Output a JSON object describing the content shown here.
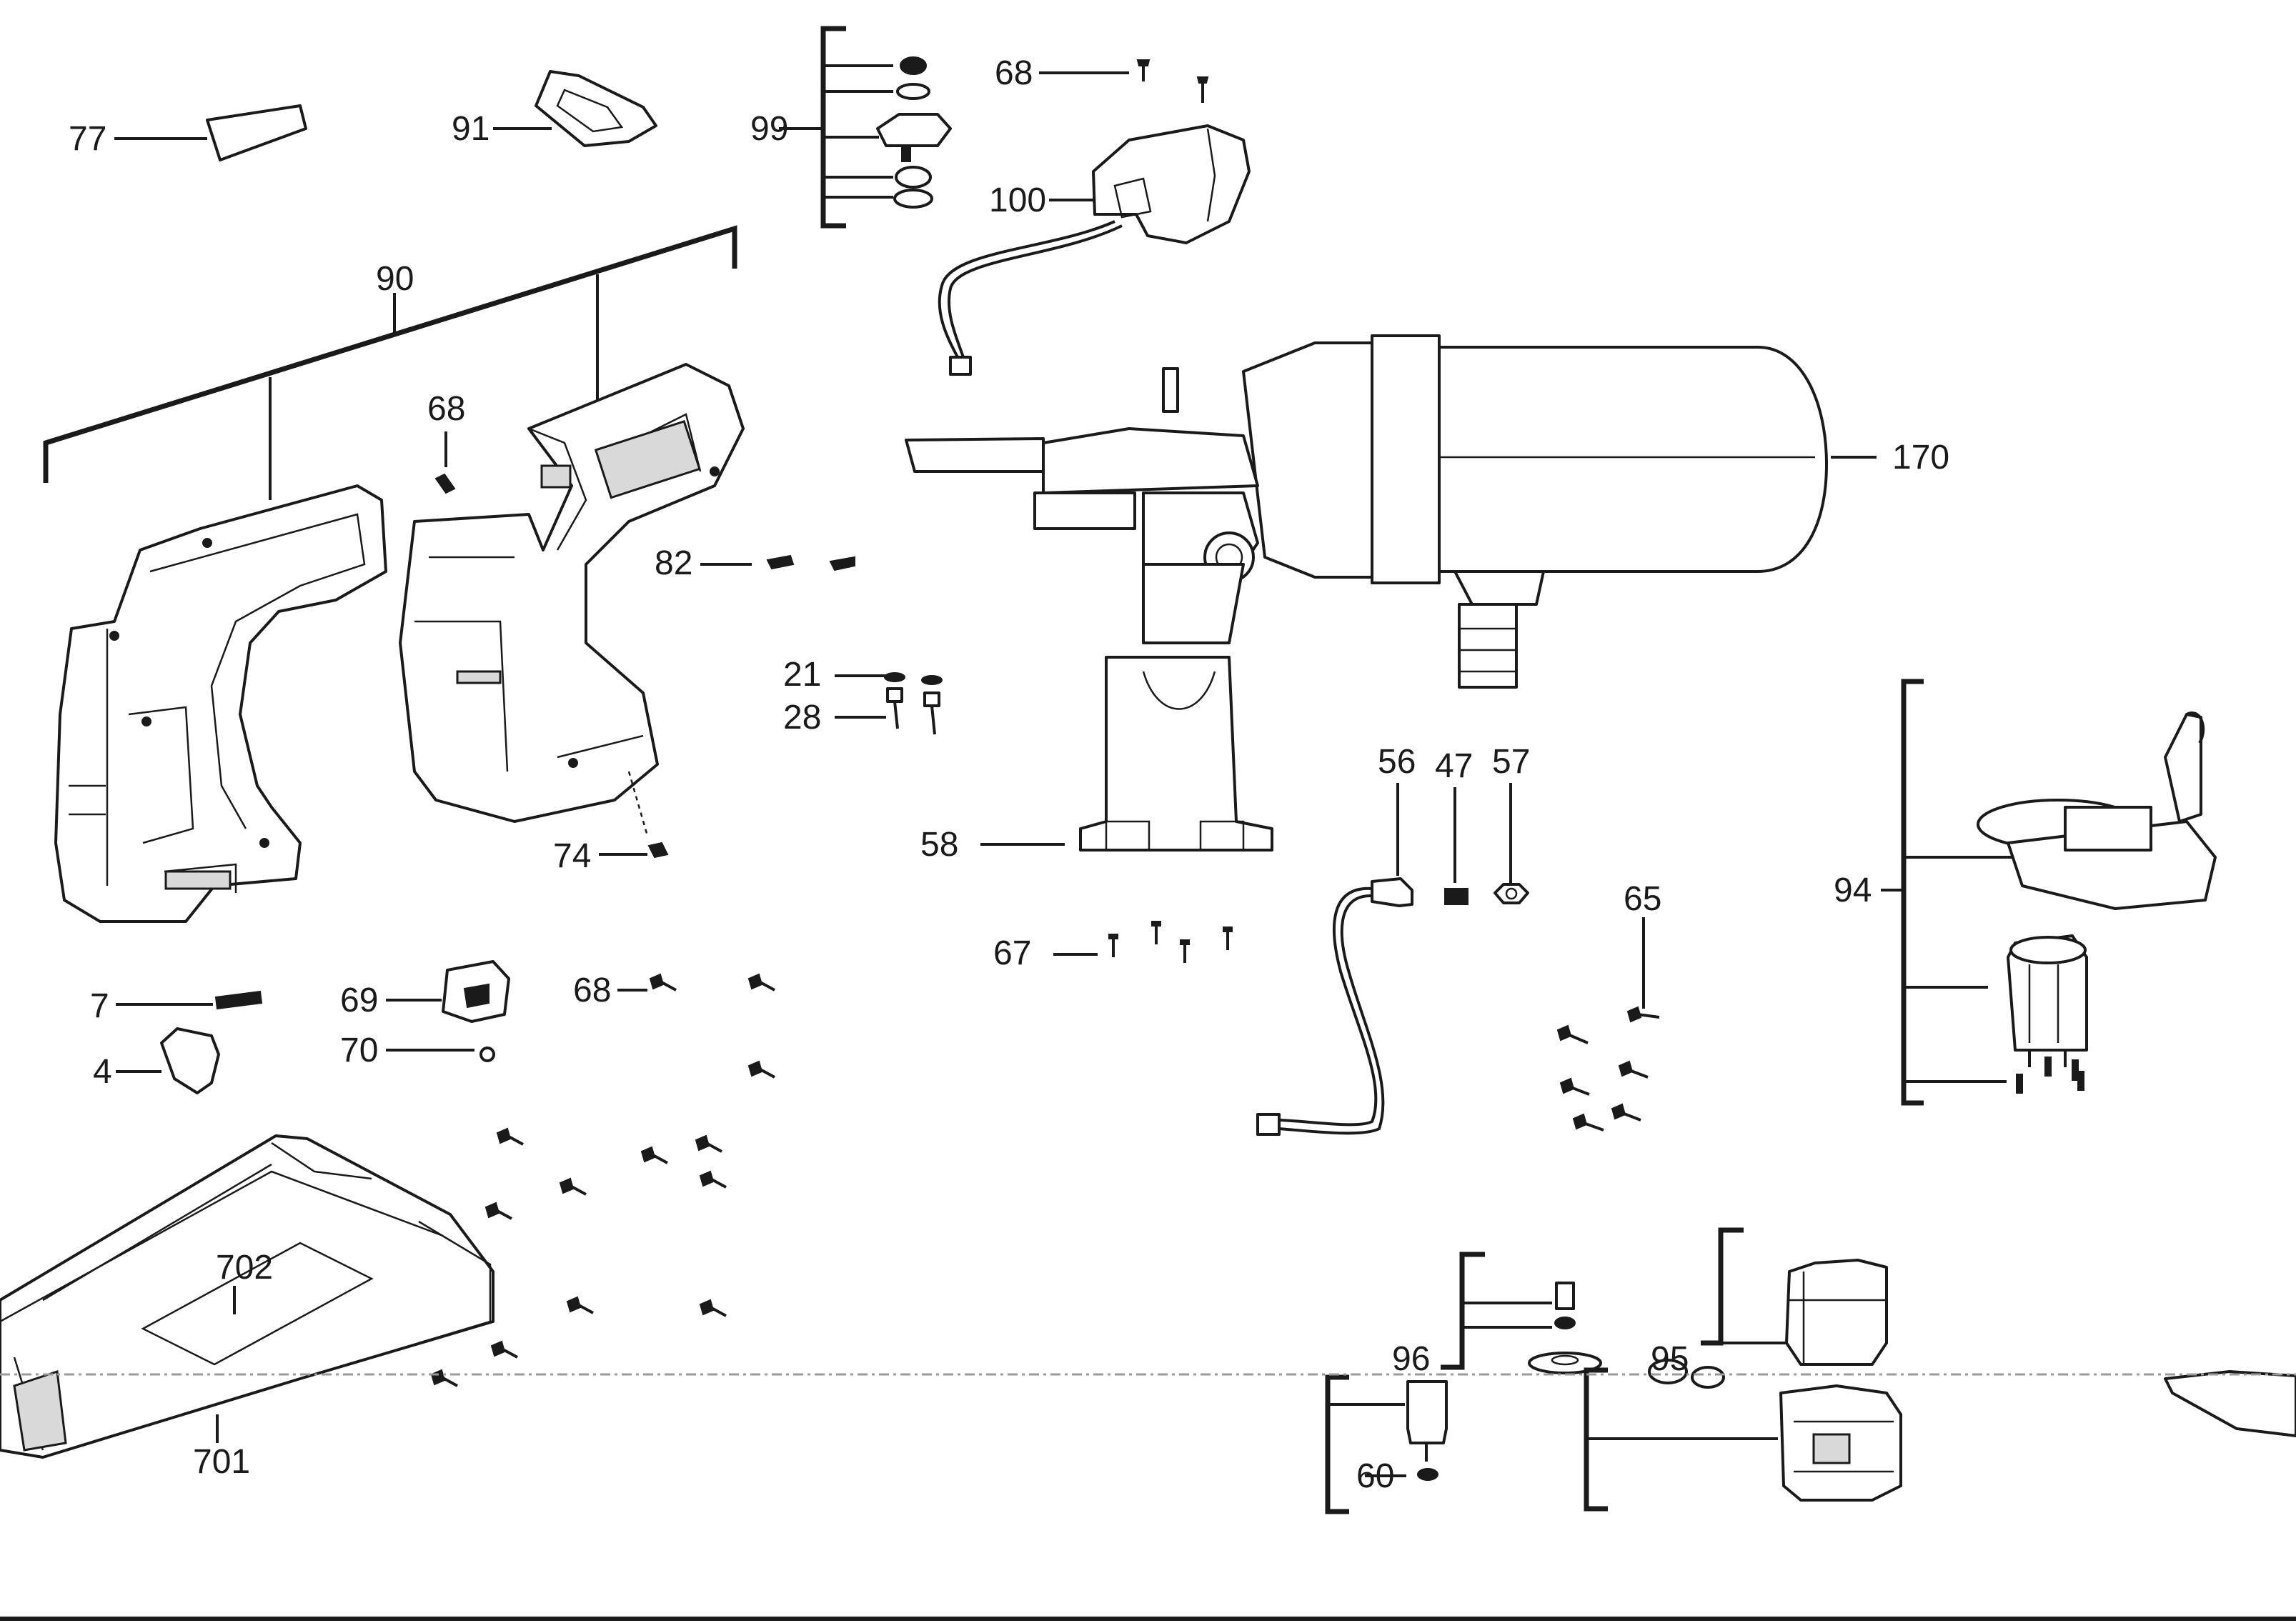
{
  "diagram": {
    "labels": {
      "p77": "77",
      "p91": "91",
      "p99": "99",
      "p68a": "68",
      "p100": "100",
      "p90": "90",
      "p68b": "68",
      "p82": "82",
      "p170": "170",
      "p21": "21",
      "p28": "28",
      "p74": "74",
      "p58": "58",
      "p56": "56",
      "p47": "47",
      "p57": "57",
      "p65": "65",
      "p94": "94",
      "p67": "67",
      "p7": "7",
      "p69": "69",
      "p68c": "68",
      "p70": "70",
      "p4": "4",
      "p702": "702",
      "p701": "701",
      "p96": "96",
      "p95": "95",
      "p60": "60"
    },
    "colors": {
      "line": "#1a1a1a",
      "background": "#ffffff",
      "shading": "#d9d9d9"
    }
  }
}
